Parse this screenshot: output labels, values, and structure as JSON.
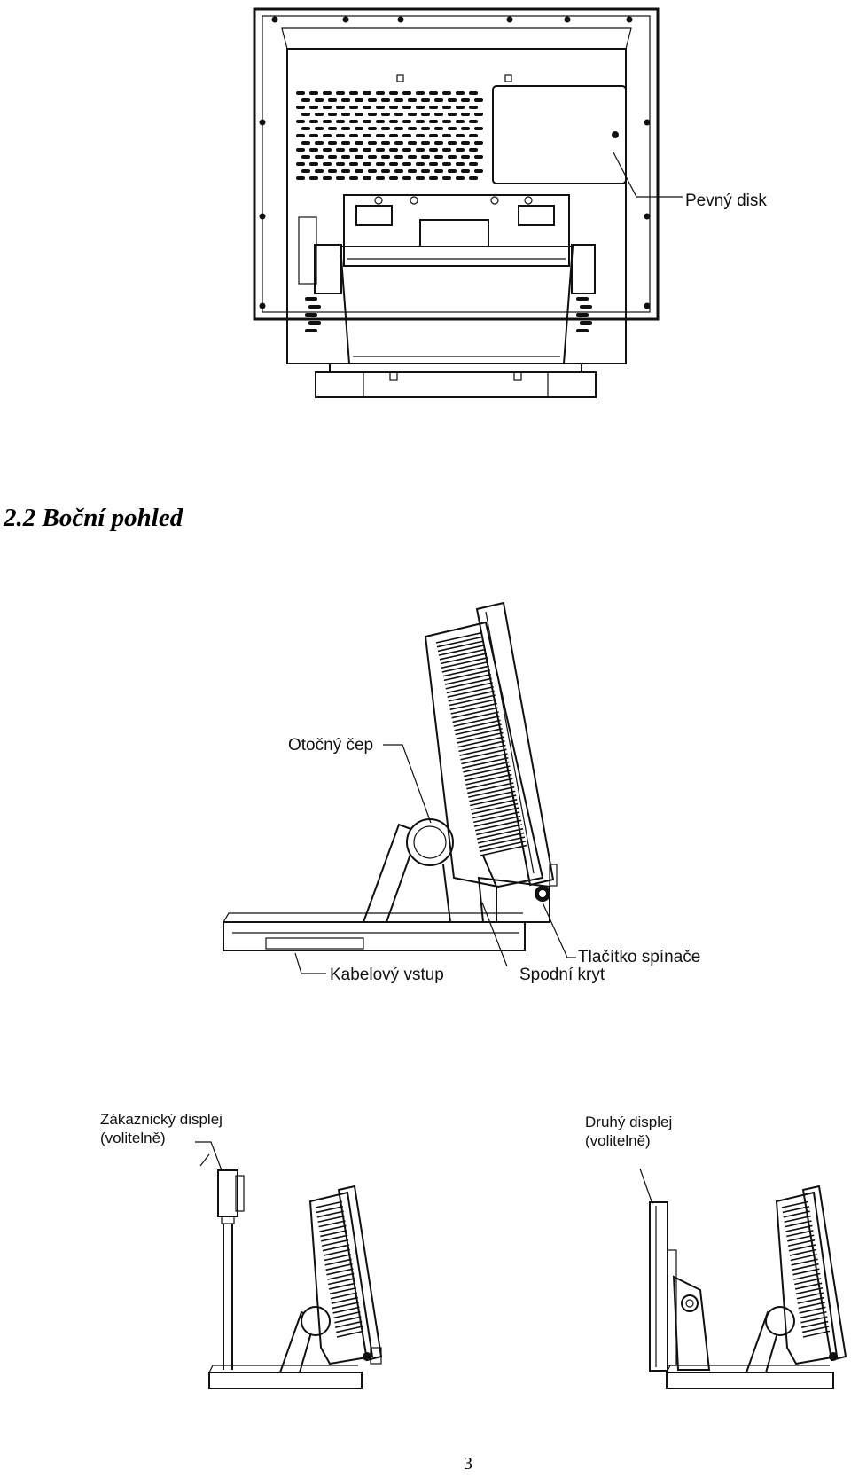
{
  "rear_view": {
    "labels": {
      "hard_disk": "Pevný disk"
    }
  },
  "section": {
    "heading": "2.2 Boční pohled"
  },
  "side_view": {
    "labels": {
      "pivot": "Otočný čep",
      "cable_entry": "Kabelový vstup",
      "bottom_cover": "Spodní kryt",
      "power_button": "Tlačítko spínače"
    }
  },
  "option_views": {
    "customer_display": {
      "line1": "Zákaznický displej",
      "line2": "(volitelně)"
    },
    "second_display": {
      "line1": "Druhý displej",
      "line2": "(volitelně)"
    }
  },
  "page": {
    "number": "3"
  }
}
